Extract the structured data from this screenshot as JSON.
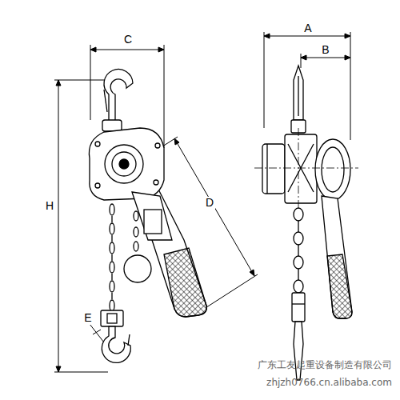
{
  "diagram": {
    "labels": [
      "C",
      "A",
      "B",
      "H",
      "D",
      "E",
      "广东工友起重设备制造有限公司",
      "zhjzh0766.cn.alibaba.com"
    ]
  }
}
